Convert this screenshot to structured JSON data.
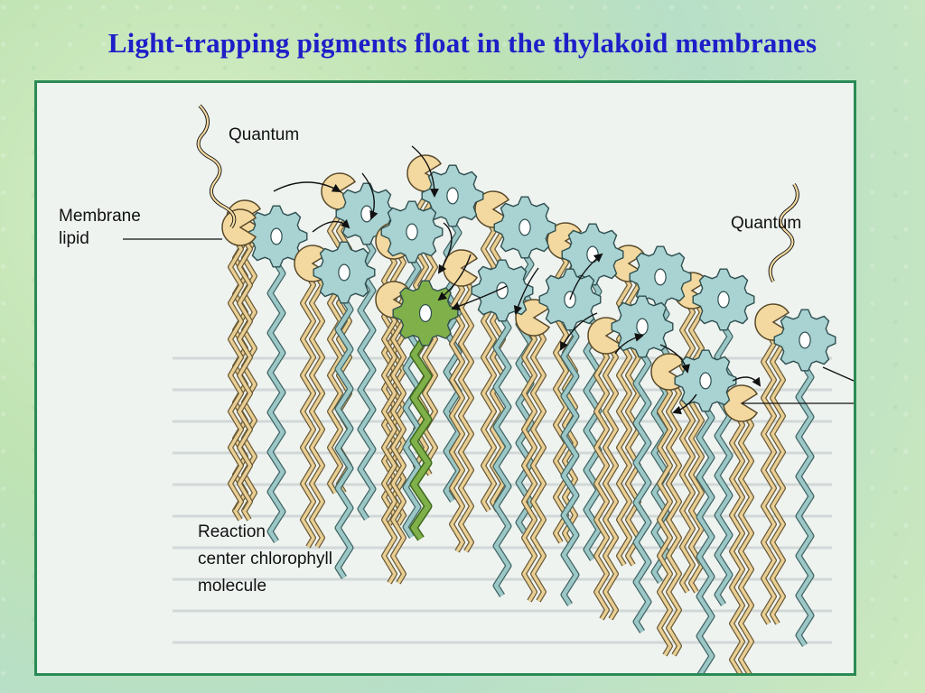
{
  "slide": {
    "title": "Light-trapping pigments float in the thylakoid membranes"
  },
  "figure": {
    "labels": {
      "quantum_left": "Quantum",
      "quantum_right": "Quantum",
      "membrane_lipid_line1": "Membrane",
      "membrane_lipid_line2": "lipid",
      "reaction_center_line1": "Reaction",
      "reaction_center_line2": "center chlorophyll",
      "reaction_center_line3": "molecule"
    },
    "colors": {
      "lipid_head": "#f3d9a0",
      "lipid_tail": "#e9cf94",
      "chlorophyll": "#a9d2d2",
      "chlorophyll_tail": "#9cc7c7",
      "reaction_center": "#7fb04a",
      "frame_border": "#2a8a55",
      "title": "#1f1fc8"
    },
    "icons": [
      "quantum-wave-icon",
      "lipid-head-icon",
      "chlorophyll-gear-icon",
      "energy-arrow-icon"
    ]
  }
}
